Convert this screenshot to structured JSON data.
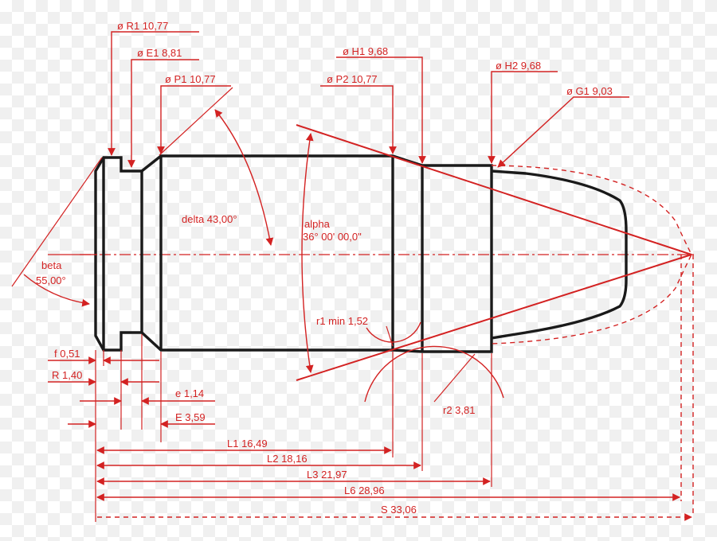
{
  "colors": {
    "dimension": "#d32222",
    "outline": "#1a1a1a"
  },
  "labels": {
    "R1": "ø R1  10,77",
    "E1": "ø E1  8,81",
    "P1": "ø P1  10,77",
    "H1": "ø H1  9,68",
    "P2": "ø P2  10,77",
    "H2": "ø H2  9,68",
    "G1": "ø G1  9,03",
    "delta": "delta  43,00°",
    "alpha_name": "alpha",
    "alpha_value": "36° 00' 00,0\"",
    "beta_name": "beta",
    "beta_value": "55,00°",
    "r1": "r1 min  1,52",
    "r2": "r2  3,81",
    "f": "f  0,51",
    "R": "R  1,40",
    "e": "e  1,14",
    "E": "E  3,59",
    "L1": "L1  16,49",
    "L2": "L2  18,16",
    "L3": "L3  21,97",
    "L6": "L6  28,96",
    "S": "S  33,06"
  }
}
